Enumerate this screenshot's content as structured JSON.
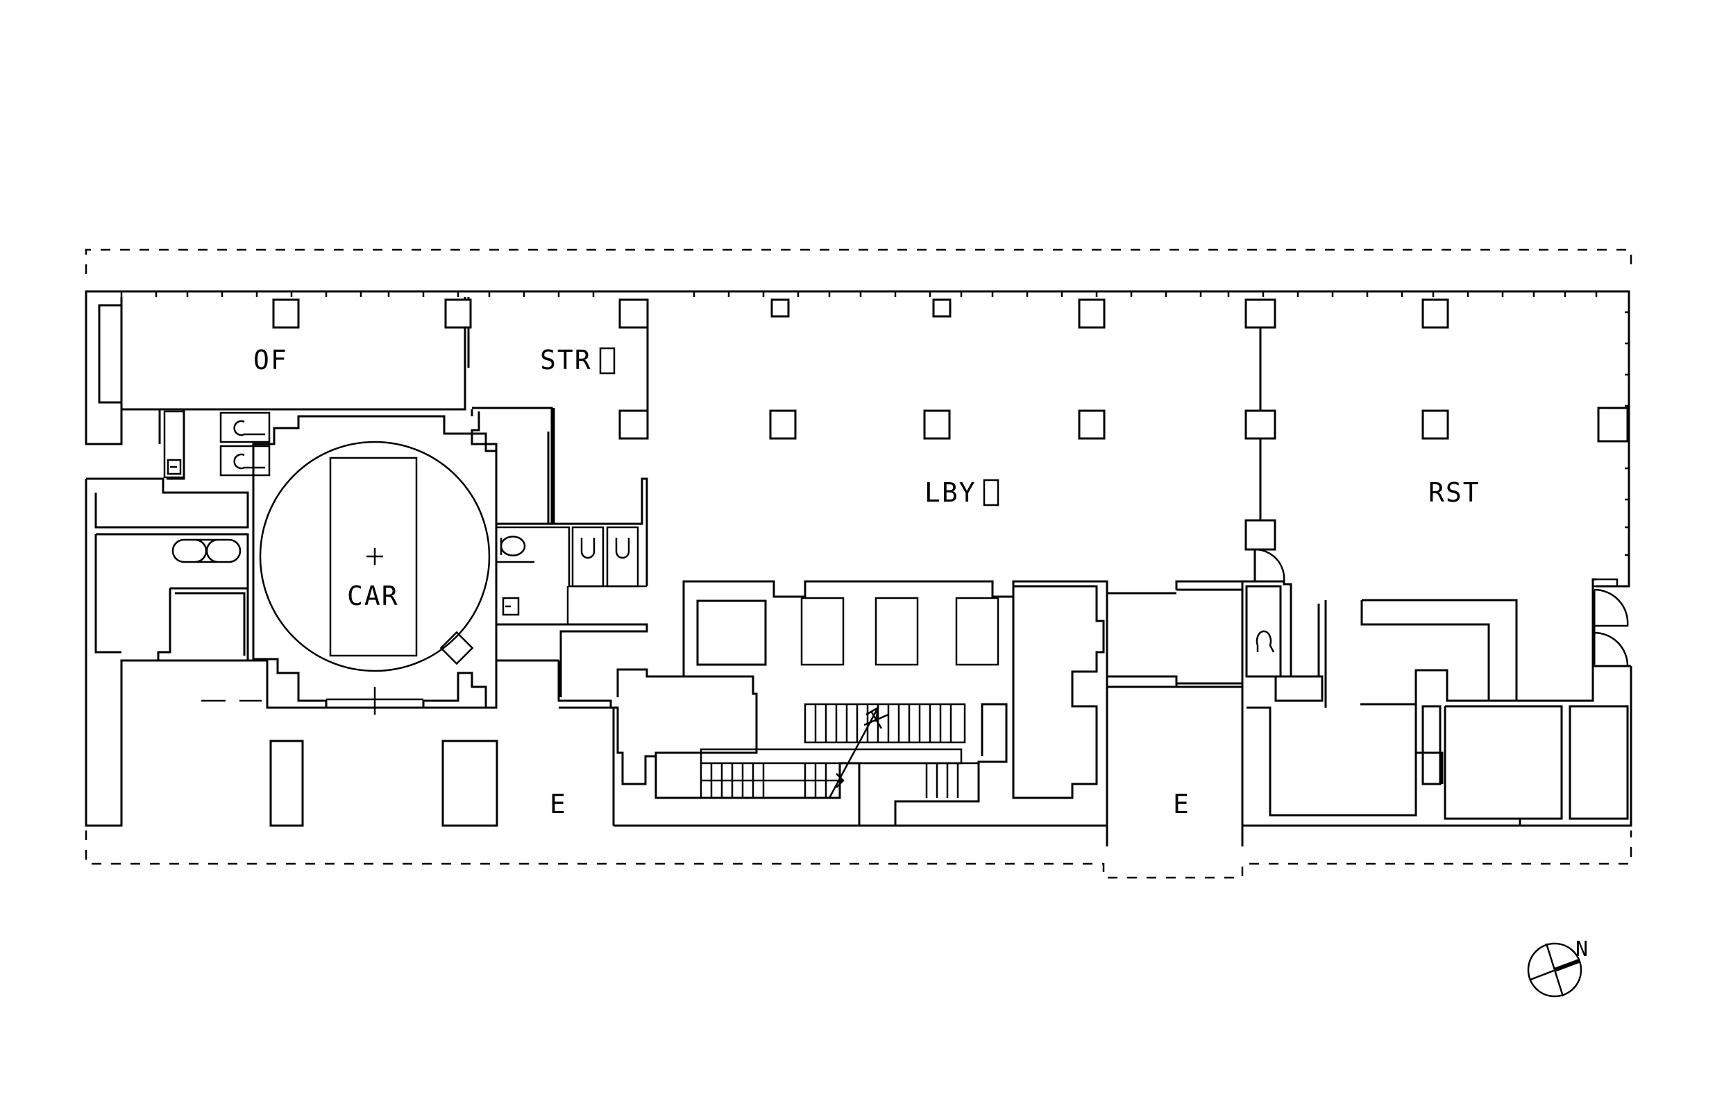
{
  "rooms": {
    "office": "OF",
    "storage": "STR",
    "lobby": "LBY",
    "car": "CAR",
    "restaurant": "RST",
    "entrance_west": "E",
    "entrance_east": "E"
  },
  "north_arrow": {
    "label": "N"
  },
  "colors": {
    "line": "#000000",
    "background": "#ffffff"
  }
}
